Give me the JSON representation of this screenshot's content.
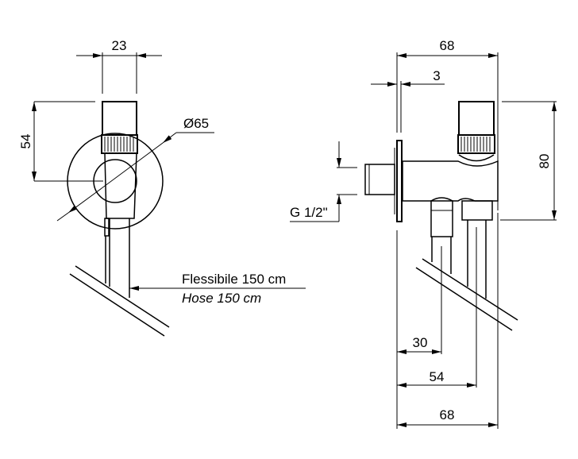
{
  "left_view": {
    "width_dim": "23",
    "height_dim": "54",
    "diameter_dim": "Ø65",
    "hose_label": "Flessibile 150 cm",
    "hose_label_en": "Hose 150 cm"
  },
  "right_view": {
    "overall_width_top": "68",
    "plate_thickness": "3",
    "height_dim": "80",
    "thread_label": "G 1/2\"",
    "outlet1_dim": "30",
    "outlet2_dim": "54",
    "overall_width_bottom": "68"
  }
}
